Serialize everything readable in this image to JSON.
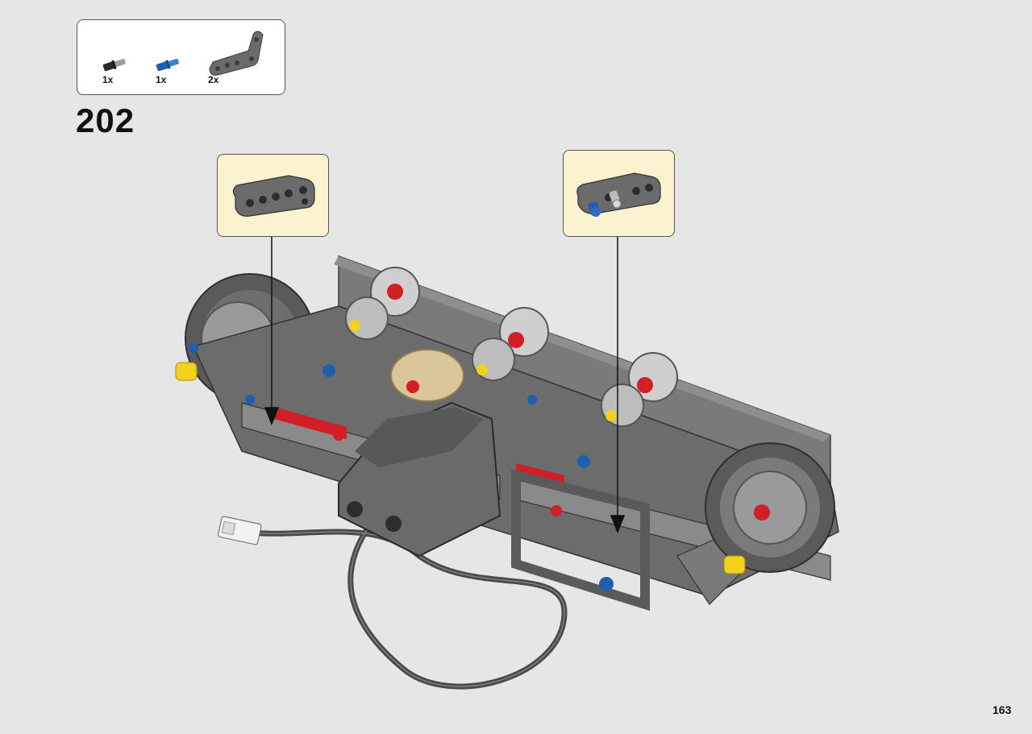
{
  "parts_list": {
    "items": [
      {
        "icon": "black-axle-pin-icon",
        "qty": "1x"
      },
      {
        "icon": "blue-axle-pin-icon",
        "qty": "1x"
      },
      {
        "icon": "grey-bent-beam-icon",
        "qty": "2x"
      }
    ]
  },
  "step_number": "202",
  "callouts": [
    {
      "icon": "grey-bent-beam-icon"
    },
    {
      "icon": "grey-bent-beam-with-pins-icon"
    }
  ],
  "page_number": "163",
  "colors": {
    "background": "#e6e6e6",
    "callout_fill": "#fbf2d0",
    "beam_grey": "#6b6b6b",
    "pin_blue": "#1f5fb0",
    "pin_red": "#d21e26",
    "pin_yellow": "#f2d21c",
    "gear_tan": "#d9c79a"
  }
}
